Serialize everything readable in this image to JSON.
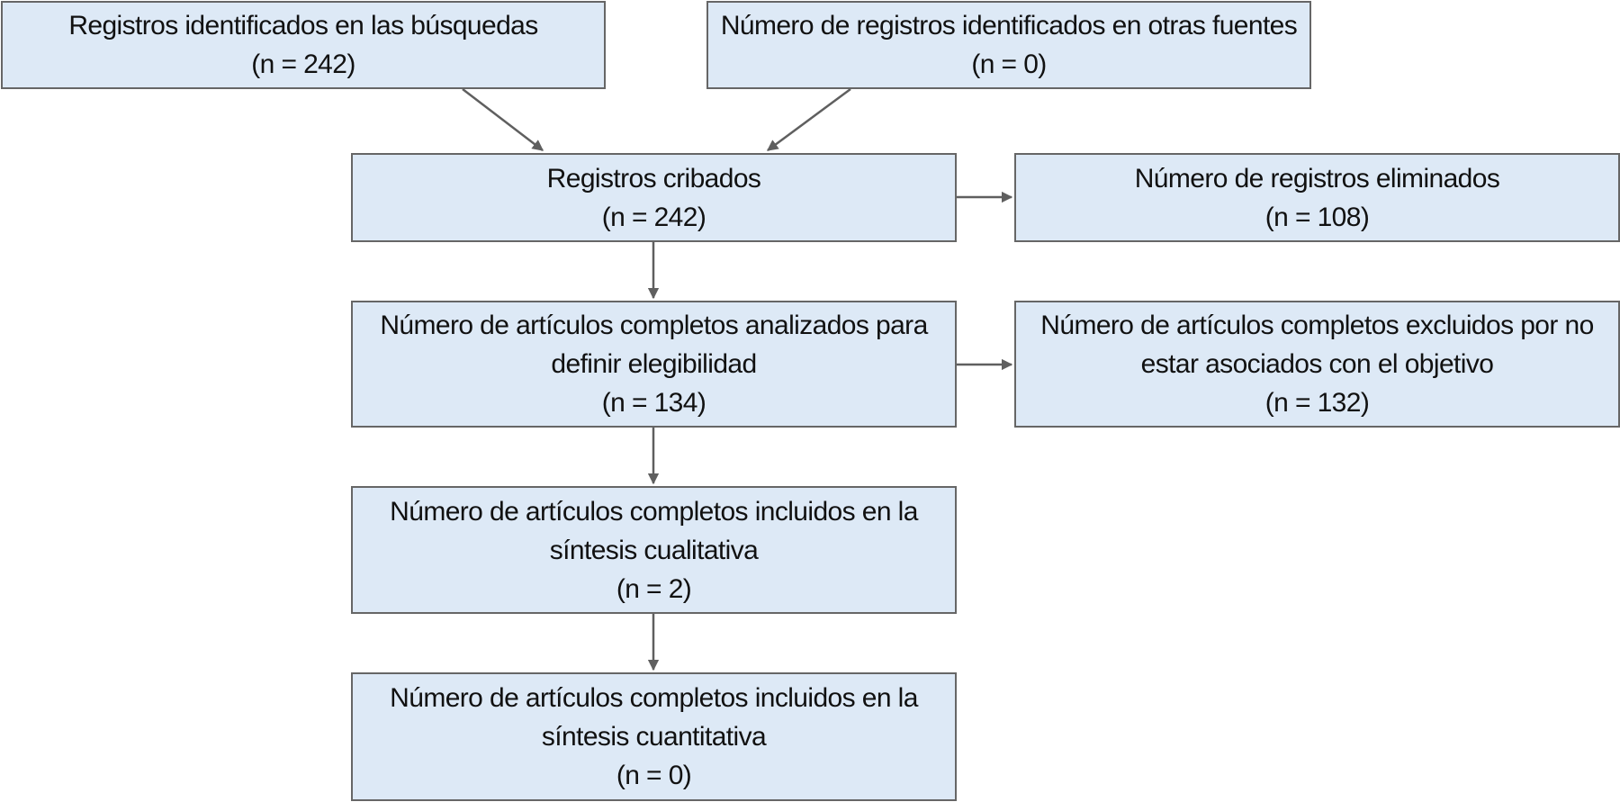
{
  "boxes": {
    "identified_searches": {
      "line1": "Registros identificados en las búsquedas",
      "line2": "(n = 242)"
    },
    "identified_other": {
      "line1": "Número de registros identificados en otras fuentes",
      "line2": "(n = 0)"
    },
    "screened": {
      "line1": "Registros cribados",
      "line2": "(n = 242)"
    },
    "removed": {
      "line1": "Número de registros eliminados",
      "line2": "(n = 108)"
    },
    "full_text_assessed": {
      "line1": "Número de artículos completos analizados para",
      "line2": "definir elegibilidad",
      "line3": "(n = 134)"
    },
    "full_text_excluded": {
      "line1": "Número de artículos completos excluidos por no",
      "line2": "estar asociados con el objetivo",
      "line3": "(n = 132)"
    },
    "qualitative": {
      "line1": "Número de artículos completos incluidos en la",
      "line2": "síntesis cualitativa",
      "line3": "(n = 2)"
    },
    "quantitative": {
      "line1": "Número de artículos completos incluidos en la",
      "line2": "síntesis cuantitativa",
      "line3": "(n = 0)"
    }
  },
  "colors": {
    "box_fill": "#dde9f6",
    "box_border": "#666666",
    "arrow": "#5f5f5f",
    "text": "#111111"
  }
}
